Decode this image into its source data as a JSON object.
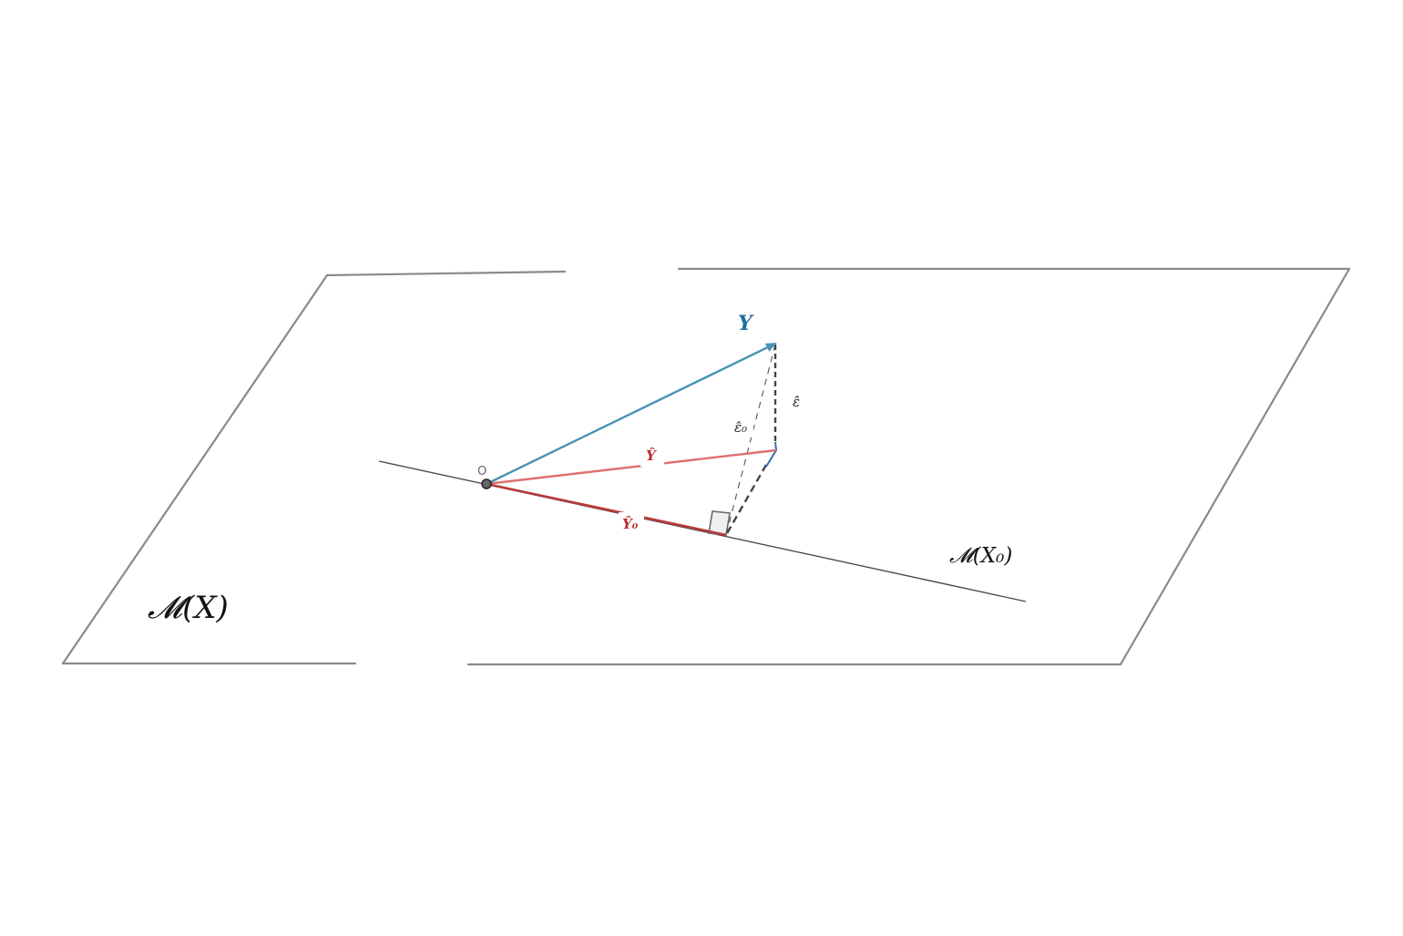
{
  "labels": {
    "plane": "𝓜(X)",
    "subspace": "𝓜(X₀)",
    "y_vector": "Y",
    "y_hat": "Ŷ",
    "y0_hat": "Ŷ₀",
    "epsilon_hat": "ε̂",
    "epsilon0_hat": "ε̂₀",
    "origin": "O"
  },
  "colors": {
    "plane_edge": "#8a8a8a",
    "subspace_line": "#4a4a4a",
    "y_vector": "#4a92b8",
    "y_label": "#1f6f9f",
    "y_hat": "#e07070",
    "y0_hat": "#b83a3a",
    "red_label": "#c0262c",
    "residual": "#444444"
  }
}
